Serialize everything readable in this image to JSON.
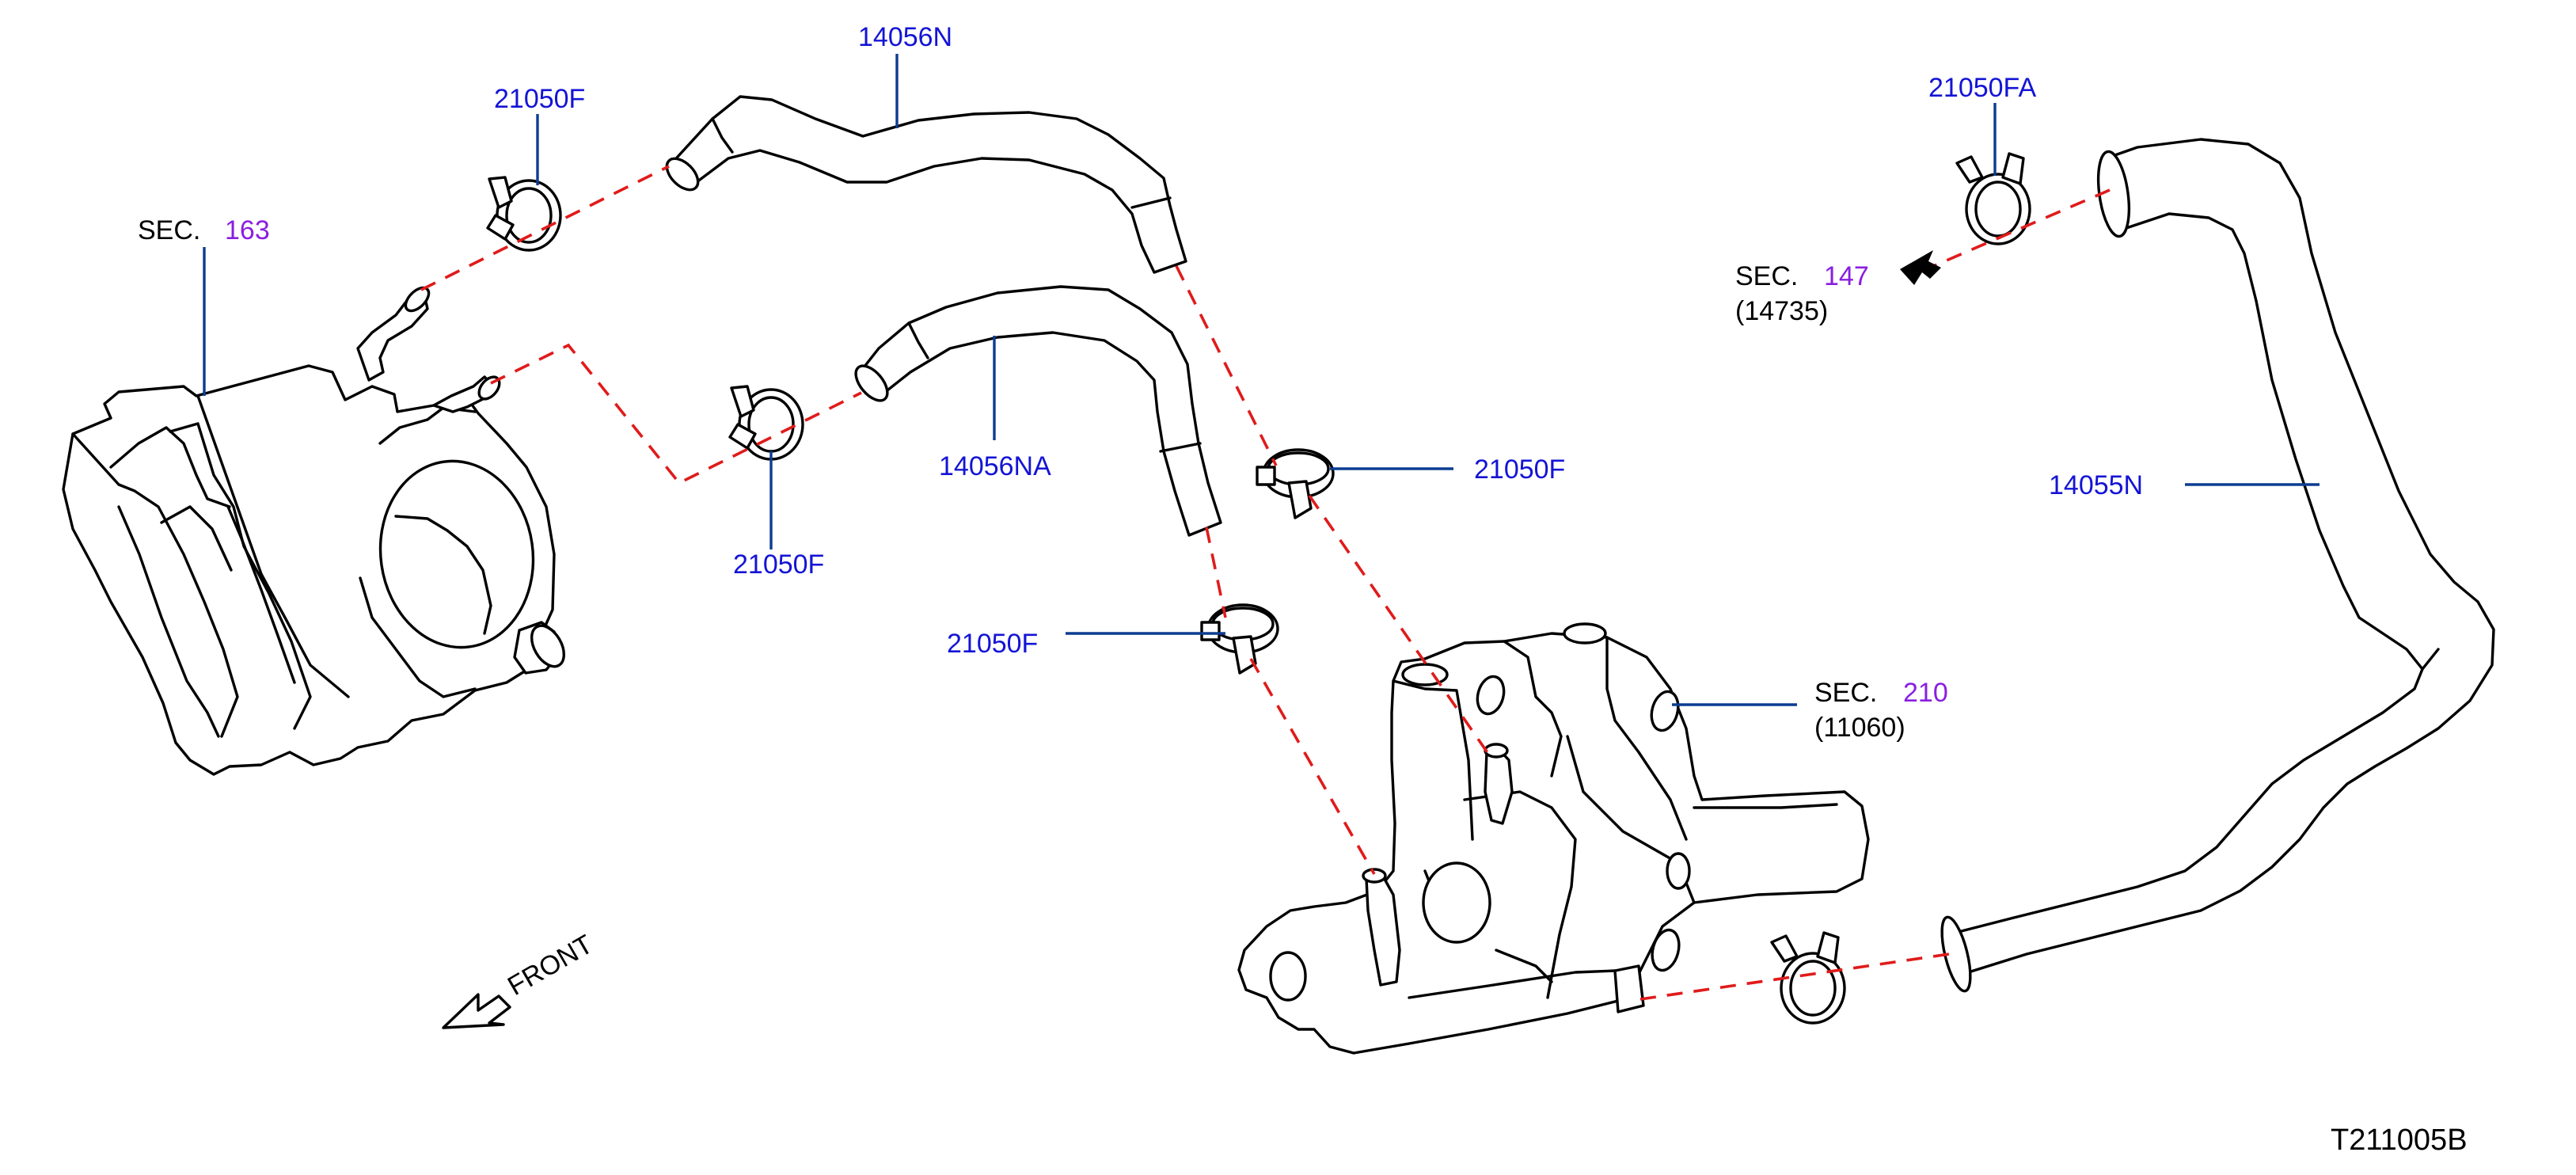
{
  "colors": {
    "part_number": "#1414d6",
    "section_number": "#8a1ee0",
    "connection_line": "#e01b1b",
    "leader_line": "#0b3d91",
    "outline": "#000000",
    "background": "#ffffff"
  },
  "labels": {
    "hose_upper": "14056N",
    "hose_lower": "14056NA",
    "hose_right": "14055N",
    "clamp_top_left": "21050F",
    "clamp_mid_left": "21050F",
    "clamp_center_upper": "21050F",
    "clamp_center_lower": "21050F",
    "clamp_top_right": "21050FA"
  },
  "sections": {
    "throttle": {
      "prefix": "SEC.",
      "number": "163"
    },
    "outlet": {
      "prefix": "SEC.",
      "number": "147",
      "sub": "(14735)"
    },
    "water": {
      "prefix": "SEC.",
      "number": "210",
      "sub": "(11060)"
    }
  },
  "front_label": "FRONT",
  "figure_code": "T211005B"
}
